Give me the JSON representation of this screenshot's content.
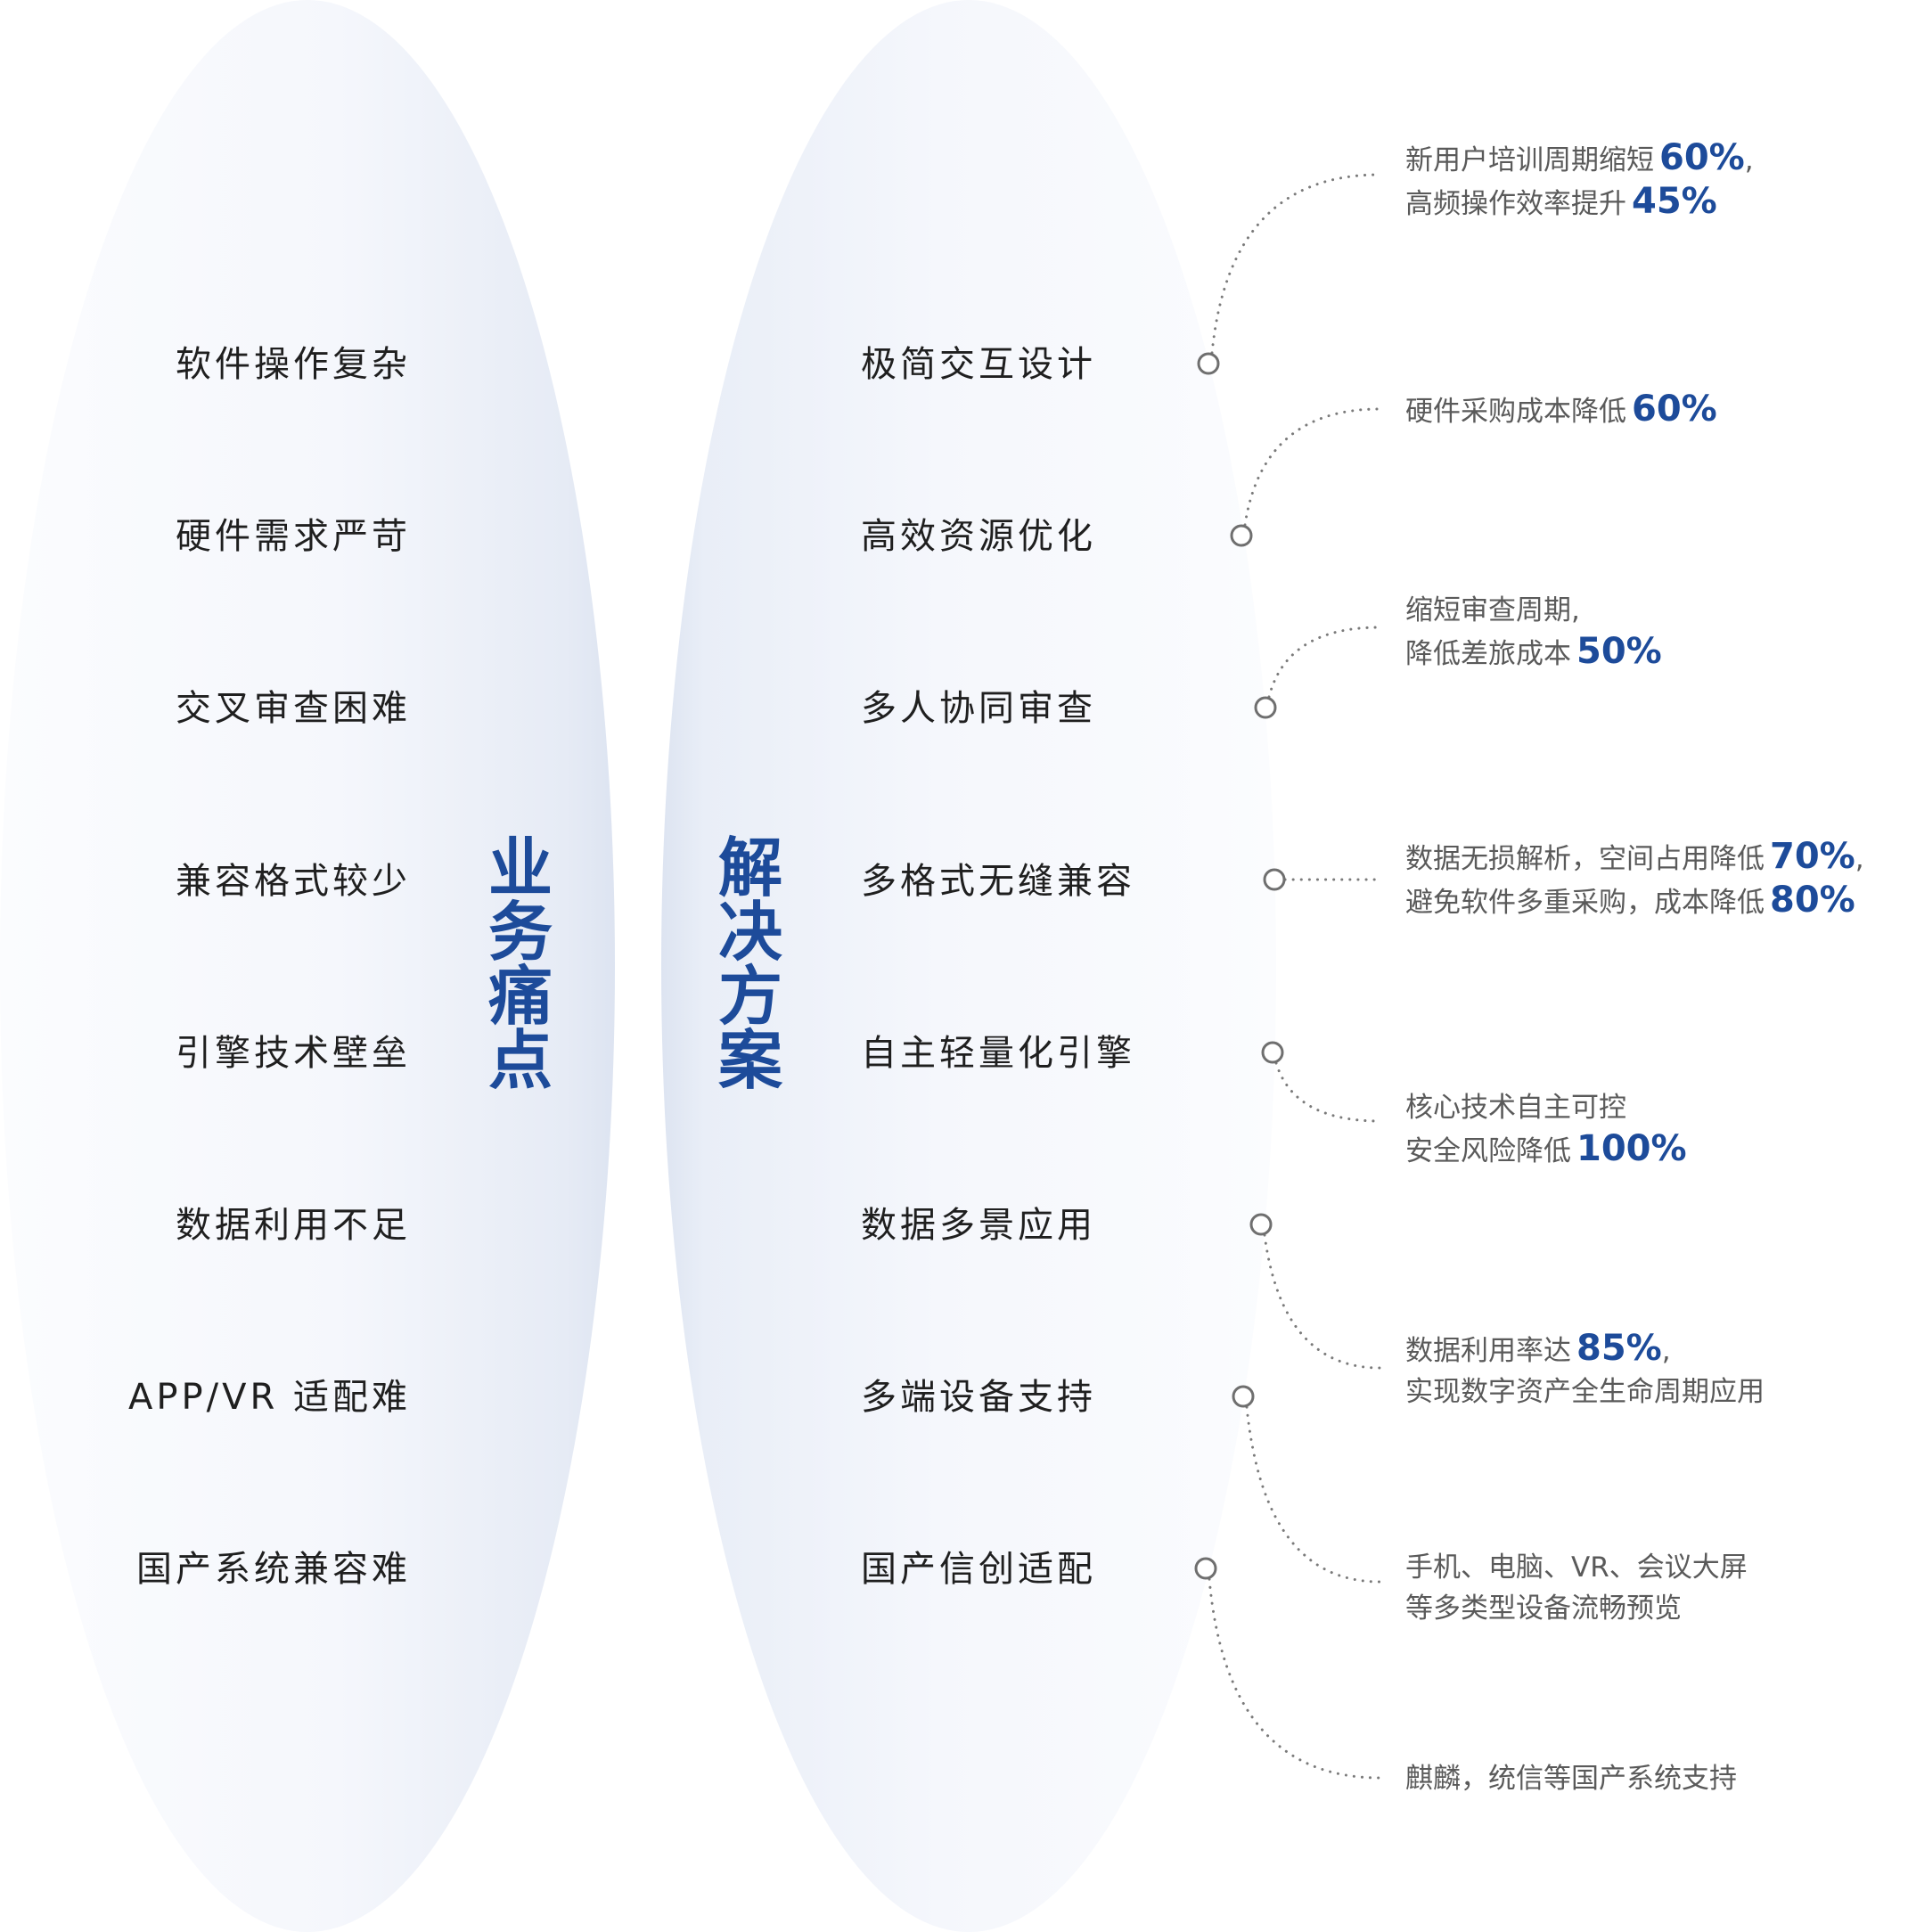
{
  "pain_title": [
    "业",
    "务",
    "痛",
    "点"
  ],
  "solution_title": [
    "解",
    "决",
    "方",
    "案"
  ],
  "pains": [
    "软件操作复杂",
    "硬件需求严苛",
    "交叉审查困难",
    "兼容格式较少",
    "引擎技术壁垒",
    "数据利用不足",
    "APP/VR 适配难",
    "国产系统兼容难"
  ],
  "solutions": [
    "极简交互设计",
    "高效资源优化",
    "多人协同审查",
    "多格式无缝兼容",
    "自主轻量化引擎",
    "数据多景应用",
    "多端设备支持",
    "国产信创适配"
  ],
  "benefits": [
    {
      "lines": [
        {
          "text": "新用户培训周期缩短",
          "pct": "60%",
          "tail": ","
        },
        {
          "text": "高频操作效率提升",
          "pct": "45%",
          "tail": ""
        }
      ]
    },
    {
      "lines": [
        {
          "text": "硬件采购成本降低",
          "pct": "60%",
          "tail": ""
        }
      ]
    },
    {
      "lines": [
        {
          "text": "缩短审查周期,",
          "pct": "",
          "tail": ""
        },
        {
          "text": "降低差旅成本",
          "pct": "50%",
          "tail": ""
        }
      ]
    },
    {
      "lines": [
        {
          "text": "数据无损解析，空间占用降低",
          "pct": "70%",
          "tail": ","
        },
        {
          "text": "避免软件多重采购，成本降低",
          "pct": "80%",
          "tail": ""
        }
      ]
    },
    {
      "lines": [
        {
          "text": "核心技术自主可控",
          "pct": "",
          "tail": ""
        },
        {
          "text": "安全风险降低",
          "pct": "100%",
          "tail": ""
        }
      ]
    },
    {
      "lines": [
        {
          "text": "数据利用率达",
          "pct": "85%",
          "tail": ","
        },
        {
          "text": "实现数字资产全生命周期应用",
          "pct": "",
          "tail": ""
        }
      ]
    },
    {
      "lines": [
        {
          "text": "手机、电脑、VR、会议大屏",
          "pct": "",
          "tail": ""
        },
        {
          "text": "等多类型设备流畅预览",
          "pct": "",
          "tail": ""
        }
      ]
    },
    {
      "lines": [
        {
          "text": "麒麟，统信等国产系统支持",
          "pct": "",
          "tail": ""
        }
      ]
    }
  ],
  "colors": {
    "accent": "#1d4b9a",
    "text": "#1f1f1f",
    "benefit_text": "#5a5a5a",
    "dots": "#7a7a7a"
  }
}
